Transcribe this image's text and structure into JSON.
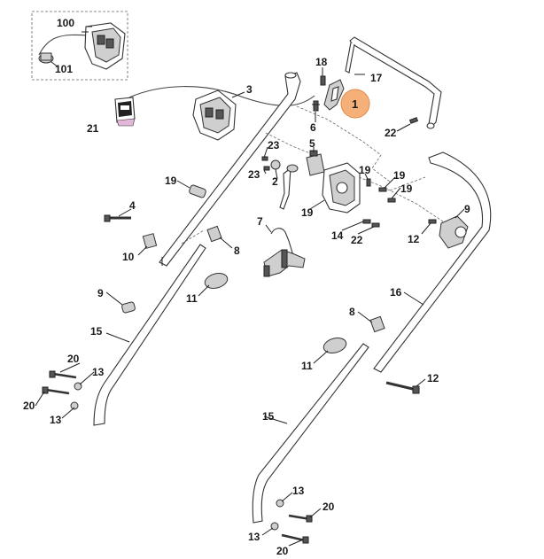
{
  "diagram": {
    "highlight_color": "#f5b07a",
    "callouts": [
      {
        "id": "c100",
        "label": "100"
      },
      {
        "id": "c101",
        "label": "101"
      },
      {
        "id": "c21",
        "label": "21"
      },
      {
        "id": "c3",
        "label": "3"
      },
      {
        "id": "c18",
        "label": "18"
      },
      {
        "id": "c17",
        "label": "17"
      },
      {
        "id": "c1",
        "label": "1"
      },
      {
        "id": "c6",
        "label": "6"
      },
      {
        "id": "c22a",
        "label": "22"
      },
      {
        "id": "c23a",
        "label": "23"
      },
      {
        "id": "c23b",
        "label": "23"
      },
      {
        "id": "c2",
        "label": "2"
      },
      {
        "id": "c5",
        "label": "5"
      },
      {
        "id": "c19a",
        "label": "19"
      },
      {
        "id": "c19b",
        "label": "19"
      },
      {
        "id": "c19c",
        "label": "19"
      },
      {
        "id": "c19d",
        "label": "19"
      },
      {
        "id": "c19e",
        "label": "19"
      },
      {
        "id": "c4",
        "label": "4"
      },
      {
        "id": "c9a",
        "label": "9"
      },
      {
        "id": "c12a",
        "label": "12"
      },
      {
        "id": "c14",
        "label": "14"
      },
      {
        "id": "c22b",
        "label": "22"
      },
      {
        "id": "c7",
        "label": "7"
      },
      {
        "id": "c8a",
        "label": "8"
      },
      {
        "id": "c10",
        "label": "10"
      },
      {
        "id": "c11a",
        "label": "11"
      },
      {
        "id": "c9b",
        "label": "9"
      },
      {
        "id": "c16",
        "label": "16"
      },
      {
        "id": "c15a",
        "label": "15"
      },
      {
        "id": "c8b",
        "label": "8"
      },
      {
        "id": "c11b",
        "label": "11"
      },
      {
        "id": "c20a",
        "label": "20"
      },
      {
        "id": "c13a",
        "label": "13"
      },
      {
        "id": "c20b",
        "label": "20"
      },
      {
        "id": "c13b",
        "label": "13"
      },
      {
        "id": "c12b",
        "label": "12"
      },
      {
        "id": "c15b",
        "label": "15"
      },
      {
        "id": "c13c",
        "label": "13"
      },
      {
        "id": "c20c",
        "label": "20"
      },
      {
        "id": "c13d",
        "label": "13"
      },
      {
        "id": "c20d",
        "label": "20"
      }
    ]
  }
}
